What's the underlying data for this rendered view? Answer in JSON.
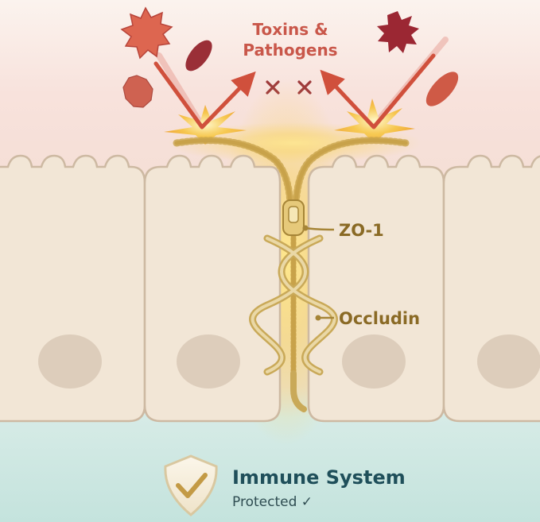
{
  "threat_label_line1": "Toxins &",
  "threat_label_line2": "Pathogens",
  "labels": {
    "zo1": "ZO-1",
    "occludin": "Occludin"
  },
  "footer": {
    "title": "Immune System",
    "subtitle": "Protected ✓"
  },
  "colors": {
    "top_background": "#f6d9d3",
    "bottom_background": "#cfe7e2",
    "cell_fill": "#f2e6d6",
    "cell_stroke": "#cdb9a2",
    "nucleus": "#ddcdbb",
    "threat_red": "#d0503c",
    "dark_red": "#8e2230",
    "glow_gold": "#f7cf57",
    "zipper_gold": "#c8a24a",
    "title_teal": "#1f4f5a",
    "shield_gold": "#c39a45"
  },
  "icons": [
    "virus-icon",
    "bacteria-icon",
    "deflect-arrow-icon",
    "blocked-x-icon",
    "zipper-icon",
    "shield-check-icon"
  ]
}
